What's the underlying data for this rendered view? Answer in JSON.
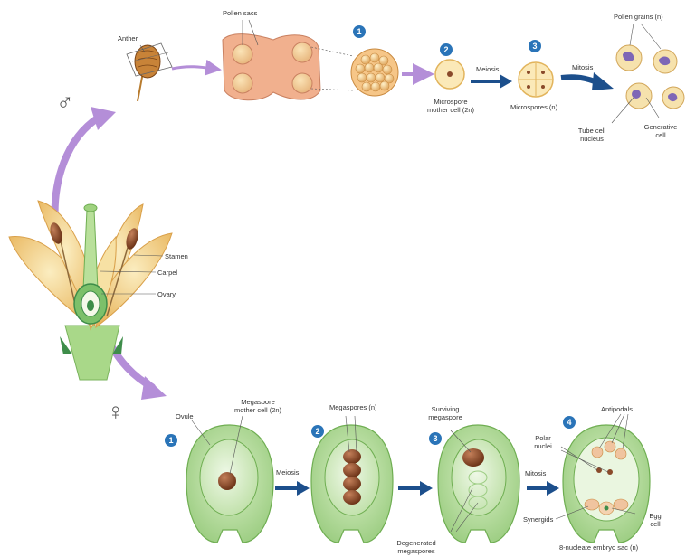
{
  "symbols": {
    "male": "♂",
    "female": "♀"
  },
  "male": {
    "anther": "Anther",
    "pollen_sacs": "Pollen sacs",
    "microspore_mother_cell": [
      "Microspore",
      "mother cell (2n)"
    ],
    "meiosis": "Meiosis",
    "microspores": "Microspores (n)",
    "mitosis": "Mitosis",
    "pollen_grains": "Pollen grains (n)",
    "tube_cell_nucleus": [
      "Tube cell",
      "nucleus"
    ],
    "generative_cell": [
      "Generative",
      "cell"
    ]
  },
  "flower": {
    "stamen": "Stamen",
    "carpel": "Carpel",
    "ovary": "Ovary"
  },
  "female": {
    "ovule": "Ovule",
    "megaspore_mother_cell": [
      "Megaspore",
      "mother cell (2n)"
    ],
    "meiosis": "Meiosis",
    "megaspores": "Megaspores (n)",
    "surviving_megaspore": [
      "Surviving",
      "megaspore"
    ],
    "degenerated_megaspores": [
      "Degenerated",
      "megaspores"
    ],
    "mitosis": "Mitosis",
    "antipodals": "Antipodals",
    "polar_nuclei": [
      "Polar",
      "nuclei"
    ],
    "synergids": "Synergids",
    "egg_cell": [
      "Egg",
      "cell"
    ],
    "embryo_sac": "8-nucleate embryo sac (n)"
  },
  "steps": {
    "s1": "1",
    "s2": "2",
    "s3": "3",
    "s4": "4"
  },
  "colors": {
    "step_blue": "#2a74b8",
    "arrow_navy": "#1c4f8c",
    "arrow_purple": "#b48ed8",
    "petal_yellow": "#f4d690",
    "ovule_green": "#bfe0a8",
    "sac_pink": "#f0c49f",
    "nucleus_brown": "#8a4a2a"
  }
}
